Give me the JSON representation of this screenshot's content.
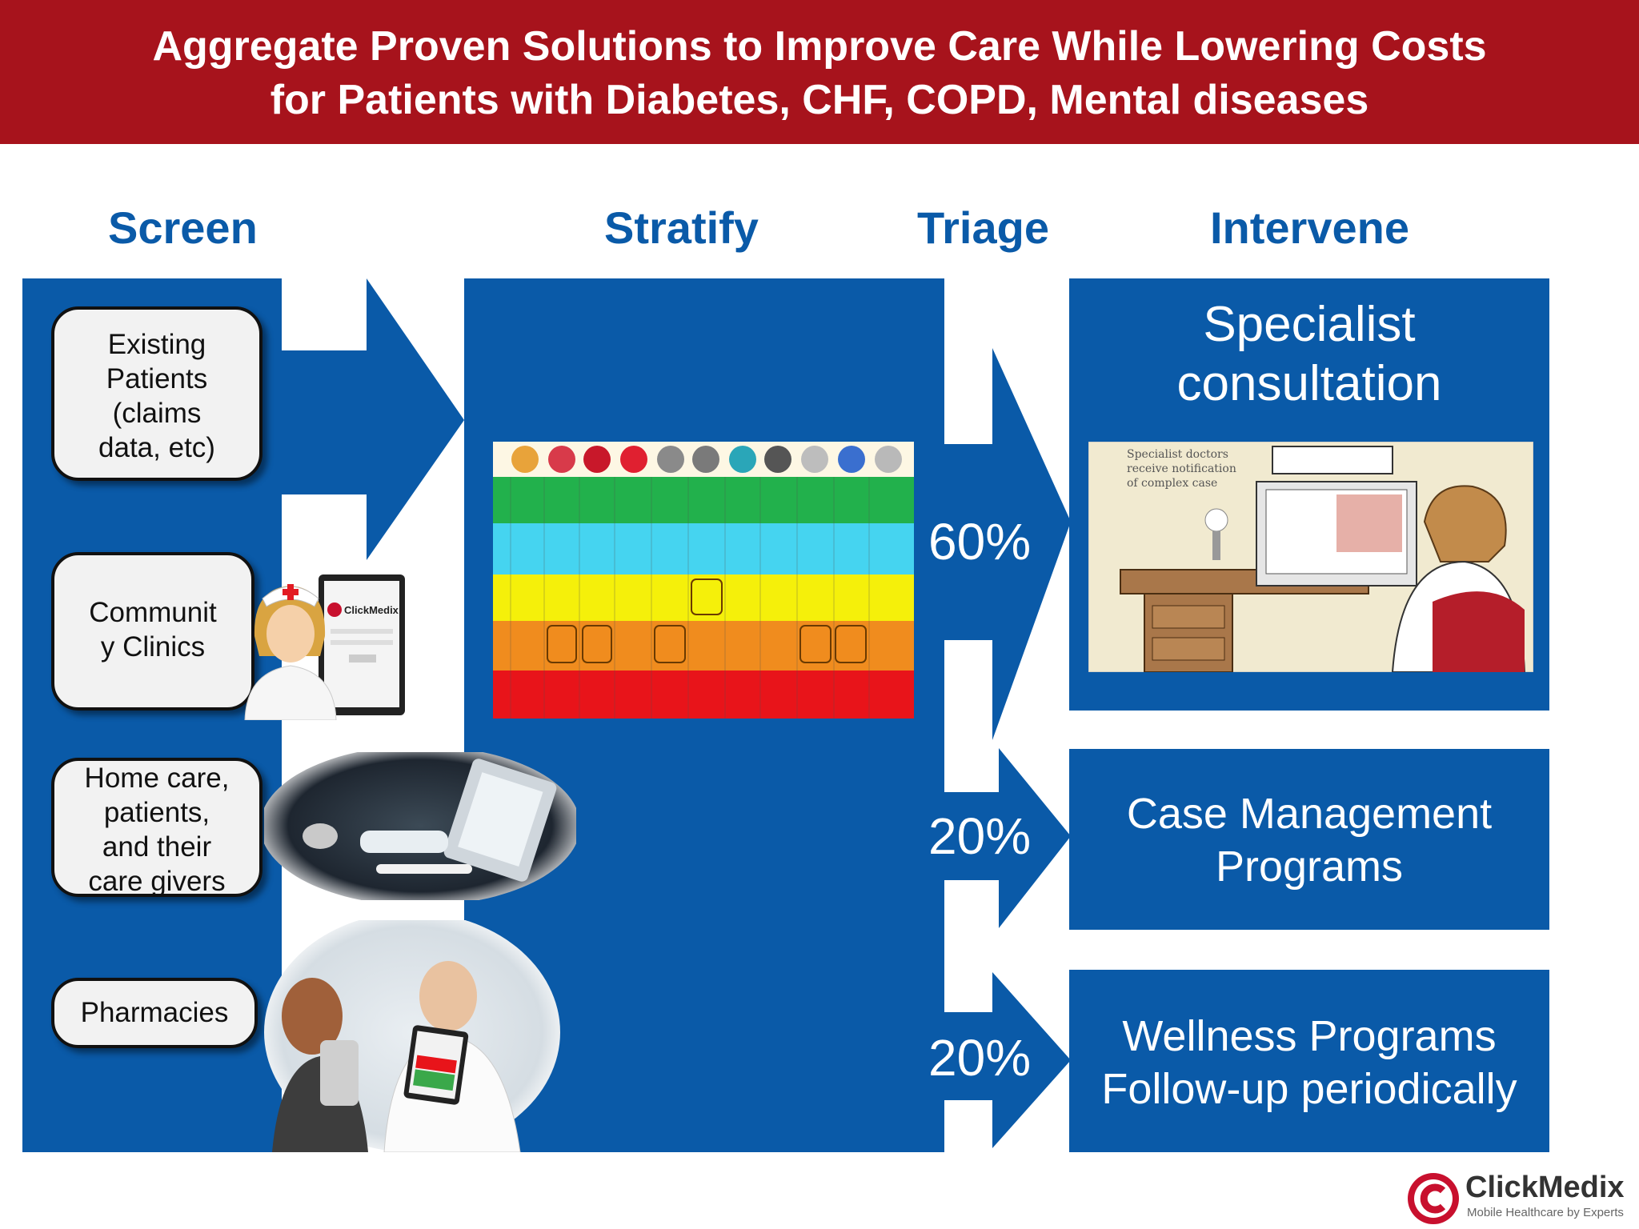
{
  "title": {
    "line1": "Aggregate Proven Solutions to Improve Care While Lowering Costs",
    "line2": "for Patients with Diabetes, CHF, COPD, Mental diseases"
  },
  "stages": {
    "screen": "Screen",
    "stratify": "Stratify",
    "triage": "Triage",
    "intervene": "Intervene"
  },
  "sources": {
    "existing": [
      "Existing",
      "Patients",
      "(claims",
      "data, etc)"
    ],
    "clinics": [
      "Communit",
      "y Clinics"
    ],
    "home": [
      "Home care,",
      "patients,",
      "and their",
      "care givers"
    ],
    "pharmacies": "Pharmacies"
  },
  "triage": {
    "p1": "60%",
    "p2": "20%",
    "p3": "20%"
  },
  "interventions": {
    "specialist": [
      "Specialist",
      "consultation"
    ],
    "case": [
      "Case Management",
      "Programs"
    ],
    "wellness": [
      "Wellness Programs",
      "Follow-up periodically"
    ]
  },
  "specialist_illustration_caption": [
    "Specialist doctors",
    "receive notification",
    "of complex case"
  ],
  "tablet_logo": "ClickMedix",
  "logo": {
    "name": "ClickMedix",
    "tagline": "Mobile Healthcare by Experts"
  },
  "colors": {
    "banner": "#a7131c",
    "blue": "#0a5aa8",
    "risk_levels": [
      "#22b14c",
      "#45d4f0",
      "#f5f00a",
      "#f08c1e",
      "#e8141a"
    ]
  }
}
